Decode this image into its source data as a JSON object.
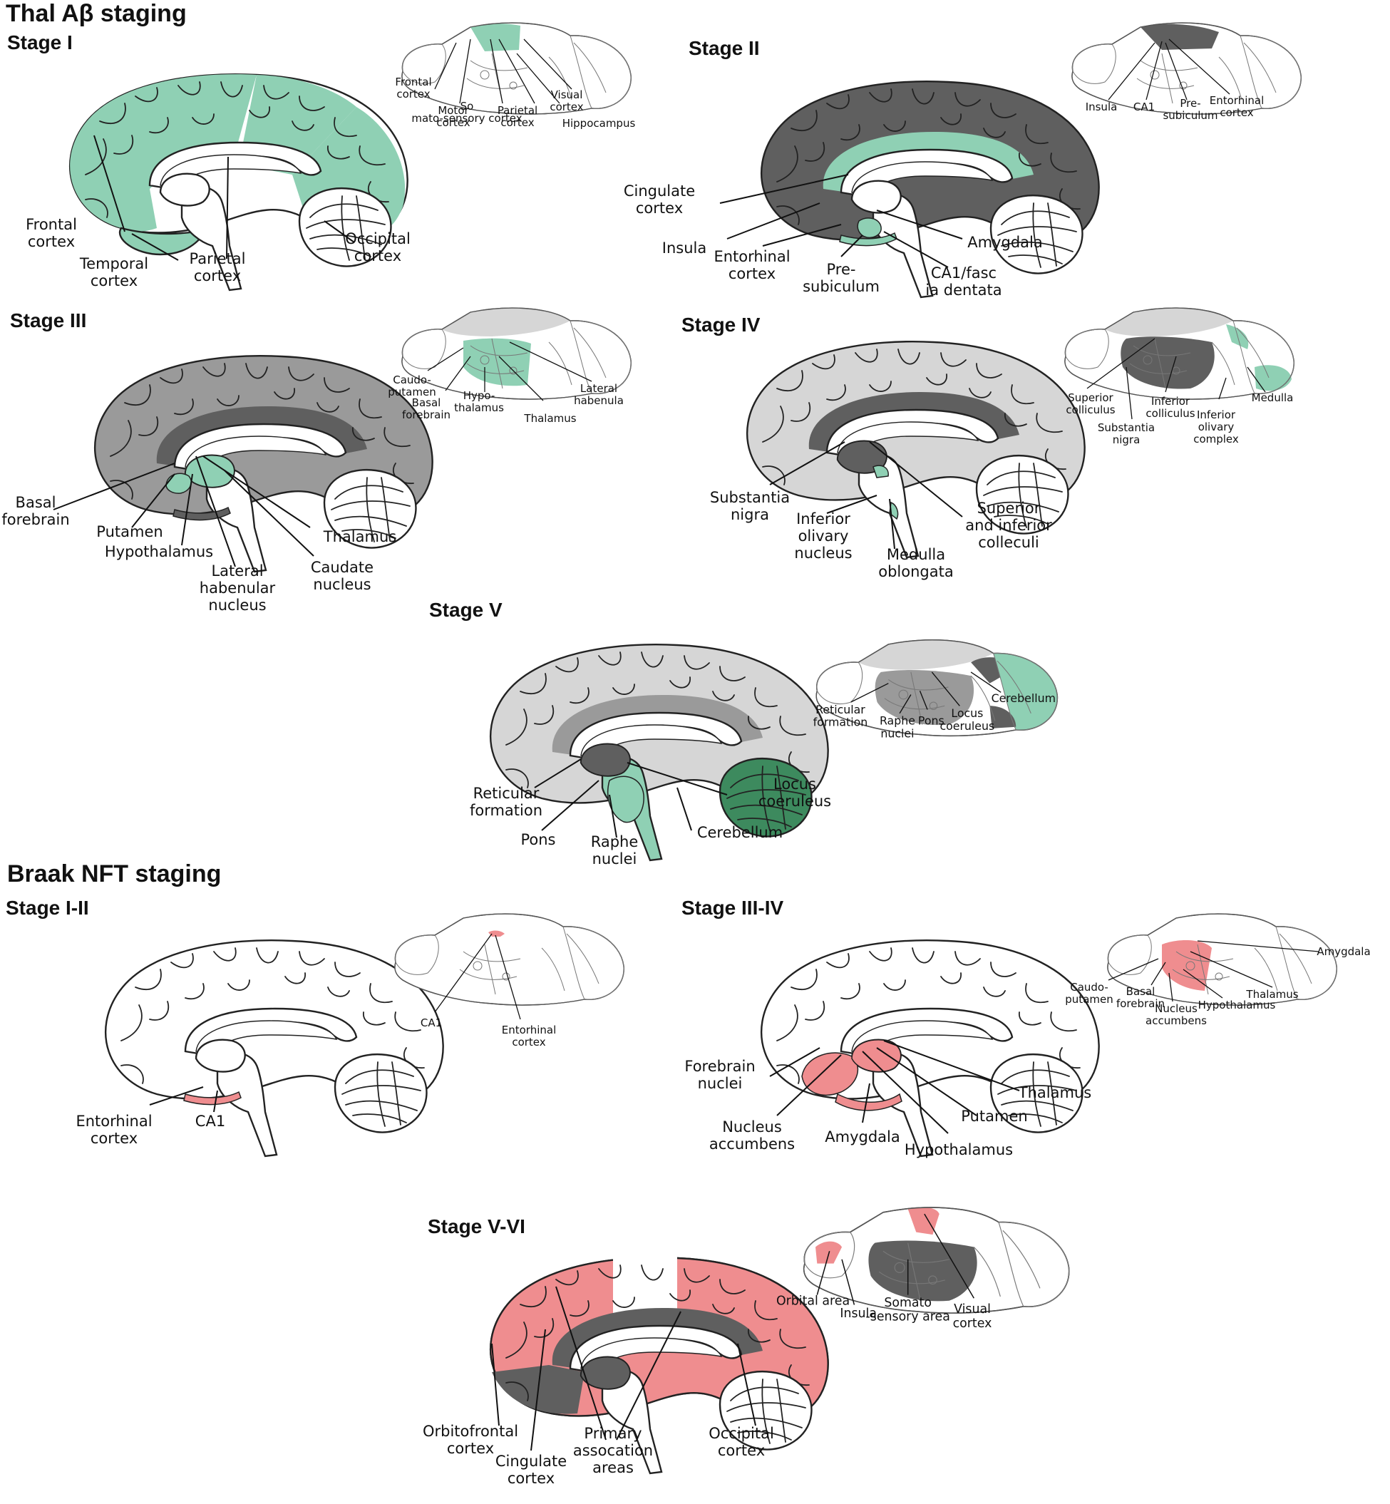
{
  "colors": {
    "green": "#8fd0b4",
    "green_dark": "#3d8a5e",
    "pink": "#ef8d8f",
    "gray_dark": "#5f5f5f",
    "gray_mid": "#9a9a9a",
    "gray_light": "#d6d6d6",
    "outline": "#222222"
  },
  "sections": {
    "thal": {
      "heading": "Thal Aβ staging"
    },
    "braak": {
      "heading": "Braak NFT staging"
    }
  },
  "panels": [
    {
      "id": "thal-1",
      "title": "Stage I",
      "human_labels": [
        "Frontal cortex",
        "Temporal cortex",
        "Parietal cortex",
        "Occipital cortex"
      ],
      "mouse_labels": [
        "Frontal cortex",
        "Motor cortex",
        "Somato-sensory cortex",
        "Parietal cortex",
        "Visual cortex",
        "Hippocampus"
      ]
    },
    {
      "id": "thal-2",
      "title": "Stage II",
      "human_labels": [
        "Cingulate cortex",
        "Insula",
        "Entorhinal cortex",
        "Pre-subiculum",
        "CA1/fascia dentata",
        "Amygdala"
      ],
      "mouse_labels": [
        "Insula",
        "CA1",
        "Pre-subiculum",
        "Entorhinal cortex"
      ]
    },
    {
      "id": "thal-3",
      "title": "Stage III",
      "human_labels": [
        "Basal forebrain",
        "Putamen",
        "Hypothalamus",
        "Lateral habenular nucleus",
        "Caudate nucleus",
        "Thalamus"
      ],
      "mouse_labels": [
        "Caudo-putamen",
        "Basal forebrain",
        "Hypo-thalamus",
        "Thalamus",
        "Lateral habenula"
      ]
    },
    {
      "id": "thal-4",
      "title": "Stage IV",
      "human_labels": [
        "Substantia nigra",
        "Inferior olivary nucleus",
        "Medulla oblongata",
        "Superior and inferior colleculi"
      ],
      "mouse_labels": [
        "Superior colliculus",
        "Substantia nigra",
        "Inferior colliculus",
        "Medulla",
        "Inferior olivary complex"
      ]
    },
    {
      "id": "thal-5",
      "title": "Stage V",
      "human_labels": [
        "Reticular formation",
        "Pons",
        "Raphe nuclei",
        "Cerebellum",
        "Locus coeruleus"
      ],
      "mouse_labels": [
        "Reticular formation",
        "Raphe nuclei",
        "Pons",
        "Locus coeruleus",
        "Cerebellum"
      ]
    },
    {
      "id": "braak-12",
      "title": "Stage I-II",
      "human_labels": [
        "Entorhinal cortex",
        "CA1"
      ],
      "mouse_labels": [
        "CA1",
        "Entorhinal cortex"
      ]
    },
    {
      "id": "braak-34",
      "title": "Stage III-IV",
      "human_labels": [
        "Forebrain nuclei",
        "Nucleus accumbens",
        "Amygdala",
        "Hypothalamus",
        "Putamen",
        "Thalamus"
      ],
      "mouse_labels": [
        "Caudo-putamen",
        "Basal forebrain",
        "Nucleus accumbens",
        "Hypothalamus",
        "Thalamus",
        "Amygdala"
      ]
    },
    {
      "id": "braak-56",
      "title": "Stage V-VI",
      "human_labels": [
        "Orbitofrontal cortex",
        "Cingulate cortex",
        "Primary assocation areas",
        "Occipital cortex"
      ],
      "mouse_labels": [
        "Orbital area",
        "Insula",
        "Somato-sensory area",
        "Visual cortex"
      ]
    }
  ]
}
